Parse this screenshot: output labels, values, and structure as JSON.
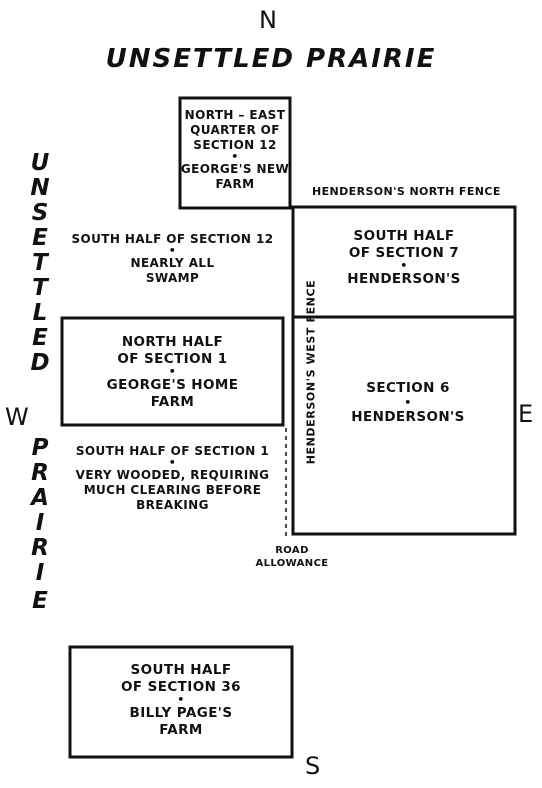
{
  "compass": {
    "north": "N",
    "south": "S",
    "east": "E",
    "west": "W"
  },
  "prairie": {
    "top": "UNSETTLED PRAIRIE",
    "left_letters": [
      "U",
      "N",
      "S",
      "E",
      "T",
      "T",
      "L",
      "E",
      "D",
      "P",
      "R",
      "A",
      "I",
      "R",
      "I",
      "E"
    ]
  },
  "parcels": {
    "ne_quarter_12": {
      "line1": "NORTH – EAST",
      "line2": "QUARTER OF",
      "line3": "SECTION 12",
      "line4": "GEORGE'S NEW",
      "line5": "FARM"
    },
    "south_half_12": {
      "line1": "SOUTH HALF OF SECTION 12",
      "line2": "NEARLY ALL",
      "line3": "SWAMP"
    },
    "north_half_1": {
      "line1": "NORTH HALF",
      "line2": "OF SECTION 1",
      "line3": "GEORGE'S HOME",
      "line4": "FARM"
    },
    "south_half_1": {
      "line1": "SOUTH HALF OF SECTION 1",
      "line2": "VERY WOODED, REQUIRING",
      "line3": "MUCH CLEARING BEFORE",
      "line4": "BREAKING"
    },
    "south_half_7": {
      "line1": "SOUTH HALF",
      "line2": "OF SECTION 7",
      "line3": "HENDERSON'S"
    },
    "section_6": {
      "line1": "SECTION 6",
      "line2": "HENDERSON'S"
    },
    "south_half_36": {
      "line1": "SOUTH HALF",
      "line2": "OF SECTION 36",
      "line3": "BILLY PAGE'S",
      "line4": "FARM"
    }
  },
  "features": {
    "north_fence": "HENDERSON'S NORTH FENCE",
    "west_fence": "HENDERSON'S WEST FENCE",
    "road_line1": "ROAD",
    "road_line2": "ALLOWANCE"
  },
  "dot_glyph": "•",
  "colors": {
    "ink": "#111111",
    "paper": "#ffffff"
  }
}
